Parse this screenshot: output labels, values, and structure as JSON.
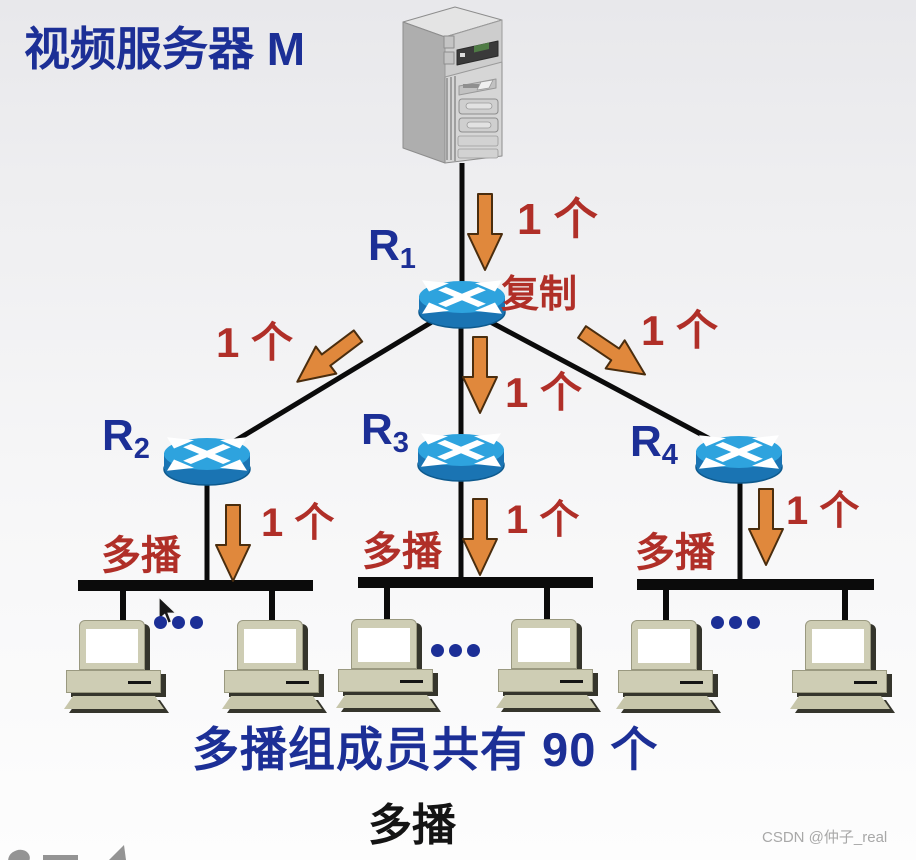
{
  "title": "视频服务器 M",
  "routers": [
    {
      "name": "R",
      "sub": "1"
    },
    {
      "name": "R",
      "sub": "2"
    },
    {
      "name": "R",
      "sub": "3"
    },
    {
      "name": "R",
      "sub": "4"
    }
  ],
  "labels": {
    "copy": "复制",
    "unit_count": "1 个",
    "multicast": "多播",
    "ellipsis": "..."
  },
  "caption": "多播组成员共有 90 个",
  "bottom_label": "多播",
  "watermark": "CSDN @仲子_real",
  "colors": {
    "text_blue": "#1c2f96",
    "text_red": "#b02f28",
    "arrow_orange": "#e0883c",
    "router_top_blue": "#2ea3de",
    "router_side_blue": "#1a74b3",
    "computer_beige": "#cecdb4",
    "line_black": "#0b0b0b"
  }
}
